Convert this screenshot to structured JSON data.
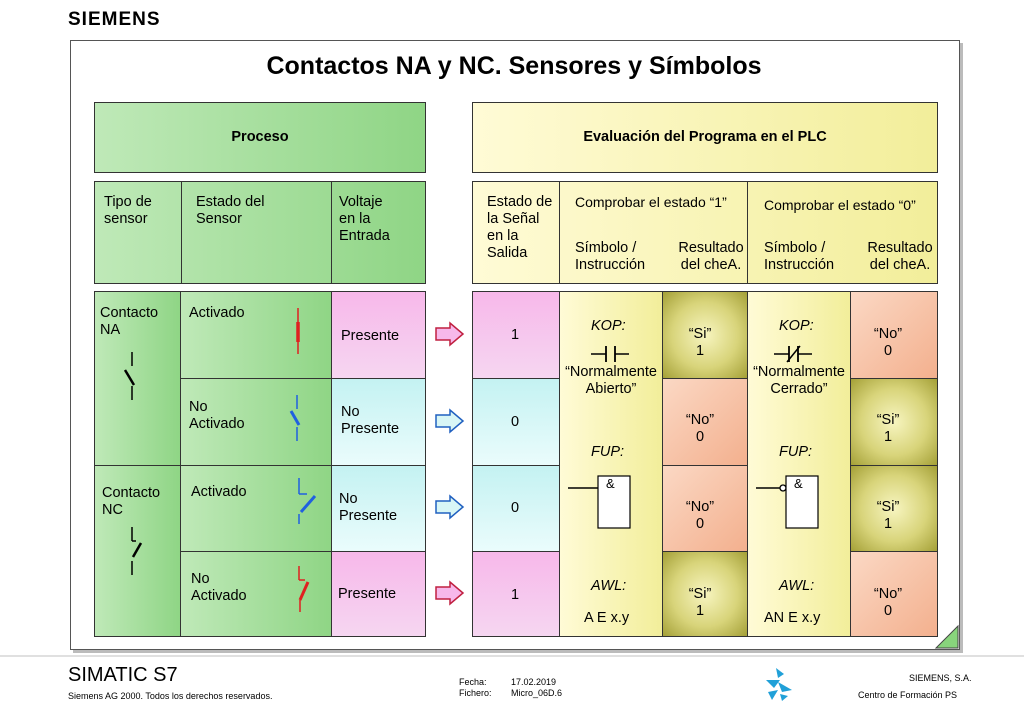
{
  "logo": "SIEMENS",
  "title": "Contactos NA y NC. Sensores y Símbolos",
  "headers": {
    "proceso": "Proceso",
    "evaluacion": "Evaluación del Programa en el PLC"
  },
  "columns": {
    "tipo": "Tipo de\nsensor",
    "estado_sensor": "Estado del\nSensor",
    "voltaje": "Voltaje\nen la\nEntrada",
    "estado_senal": "Estado de\nla Señal\nen la\nSalida",
    "check1": "Comprobar el estado “1”",
    "check0": "Comprobar el estado “0”",
    "simbolo": "Símbolo /\nInstrucción",
    "resultado": "Resultado\ndel cheA."
  },
  "rows": [
    {
      "tipo": "Contacto\nNA",
      "estado": "Activado",
      "voltaje": "Presente",
      "senal": "1",
      "res1": "“Si”\n1",
      "res0": "“No”\n0"
    },
    {
      "estado": "No\nActivado",
      "voltaje": "No\nPresente",
      "senal": "0",
      "res1": "“No”\n0",
      "res0": "“Si”\n1"
    },
    {
      "tipo": "Contacto\nNC",
      "estado": "Activado",
      "voltaje": "No\nPresente",
      "senal": "0",
      "res1": "“No”\n0",
      "res0": "“Si”\n1"
    },
    {
      "estado": "No\nActivado",
      "voltaje": "Presente",
      "senal": "1",
      "res1": "“Si”\n1",
      "res0": "“No”\n0"
    }
  ],
  "symbols1": {
    "kop": "KOP:",
    "kop_name": "“Normalmente\nAbierto”",
    "fup": "FUP:",
    "fup_gate": "&",
    "awl": "AWL:",
    "awl_instr": "A E x.y"
  },
  "symbols0": {
    "kop": "KOP:",
    "kop_name": "“Normalmente\nCerrado”",
    "fup": "FUP:",
    "fup_gate": "&",
    "awl": "AWL:",
    "awl_instr": "AN E x.y"
  },
  "footer": {
    "product": "SIMATIC S7",
    "copyright": "Siemens AG 2000. Todos los derechos reservados.",
    "fecha_label": "Fecha:",
    "fecha": "17.02.2019",
    "fichero_label": "Fichero:",
    "fichero": "Micro_06D.6",
    "company": "SIEMENS, S.A.",
    "center": "Centro de Formación PS"
  },
  "colors": {
    "process_green": "#8fd585",
    "plc_yellow": "#f2ee9a",
    "present_pink": "#f7b8ea",
    "absent_cyan": "#c4f2f2",
    "result_peach": "#f3b08e",
    "result_olive": "#d8d47a",
    "signal_red": "#e02020",
    "signal_blue": "#2060e0"
  }
}
